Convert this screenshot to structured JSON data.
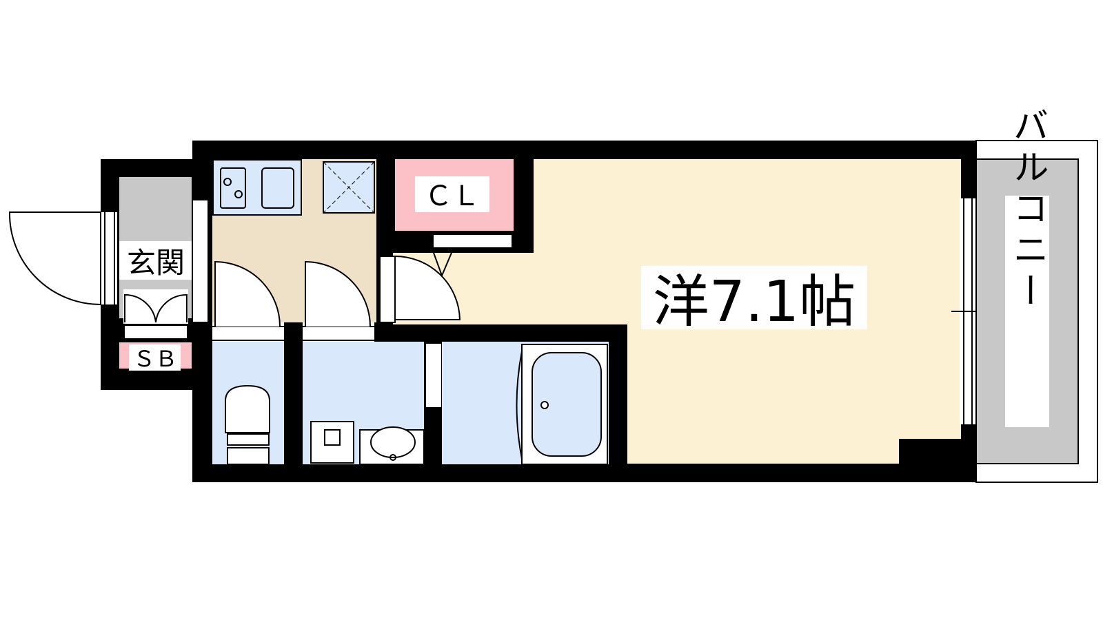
{
  "rooms": {
    "genkan": "玄関",
    "shoe_box": "ＳＢ",
    "closet": "ＣＬ",
    "western_room": "洋7.1帖",
    "balcony": "バルコニー"
  },
  "colors": {
    "wall": "#000000",
    "western_room_floor": "#fdf1d3",
    "kitchen_floor": "#efe0c8",
    "wet_area_floor": "#d9e9fb",
    "closet_fill": "#fbc1c6",
    "shoe_box_fill": "#fbc1c6",
    "genkan_floor": "#c8c8c8",
    "balcony_floor": "#c8c8c8",
    "fixture_fill": "#d9e9fb",
    "background": "#ffffff"
  }
}
